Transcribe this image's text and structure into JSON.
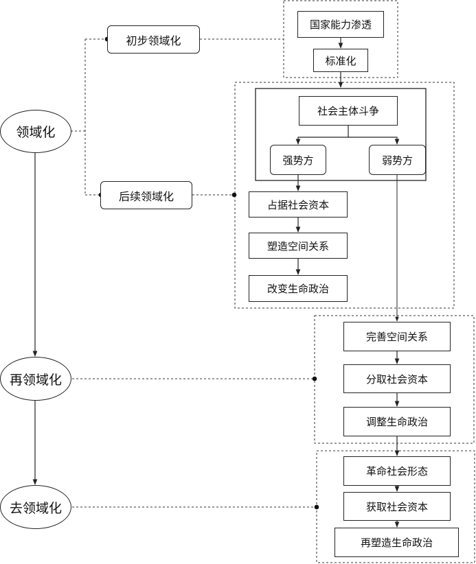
{
  "stages": {
    "territorialization": "领域化",
    "reterritorialization": "再领域化",
    "deterritorialization": "去领域化"
  },
  "phases": {
    "initial": "初步领域化",
    "subsequent": "后续领域化"
  },
  "initial_steps": [
    "国家能力渗透",
    "标准化"
  ],
  "struggle": {
    "title": "社会主体斗争",
    "strong": "强势方",
    "weak": "弱势方"
  },
  "strong_chain": [
    "占据社会资本",
    "塑造空间关系",
    "改变生命政治"
  ],
  "re_chain": [
    "完善空间关系",
    "分取社会资本",
    "调整生命政治"
  ],
  "de_chain": [
    "革命社会形态",
    "获取社会资本",
    "再塑造生命政治"
  ]
}
